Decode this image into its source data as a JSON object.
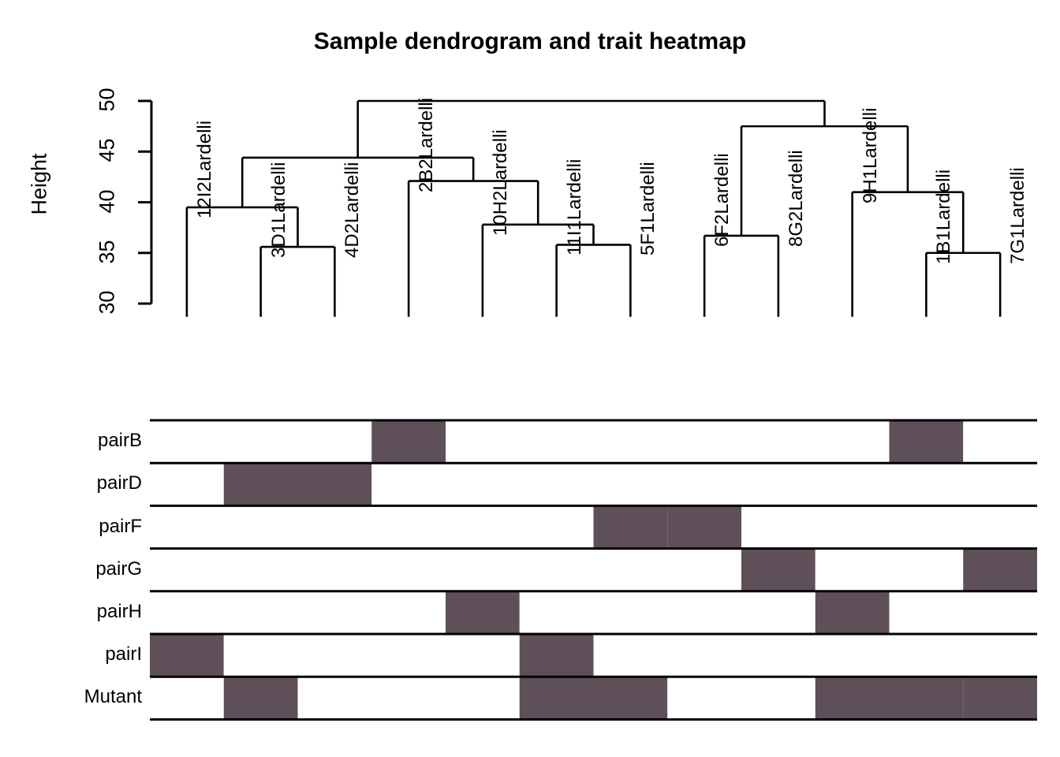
{
  "title": "Sample dendrogram and trait heatmap",
  "axis": {
    "ylabel": "Height",
    "ticks": [
      "50",
      "45",
      "40",
      "35",
      "30"
    ],
    "tick_values": [
      50,
      45,
      40,
      35,
      30
    ],
    "ylim": [
      28.7,
      51.0
    ]
  },
  "chart_data": {
    "type": "dendrogram-heatmap",
    "title": "Sample dendrogram and trait heatmap",
    "ylabel": "Height",
    "xlabel": "",
    "ylim": [
      28.7,
      51.0
    ],
    "yticks": [
      30,
      35,
      40,
      45,
      50
    ],
    "grid": false,
    "legend": "none",
    "leaf_order": [
      "12I2Lardelli",
      "3D1Lardelli",
      "4D2Lardelli",
      "2B2Lardelli",
      "10H2Lardelli",
      "11I1Lardelli",
      "5F1Lardelli",
      "6F2Lardelli",
      "8G2Lardelli",
      "9H1Lardelli",
      "1B1Lardelli",
      "7G1Lardelli"
    ],
    "merges": [
      {
        "id": "m1",
        "left": "3D1Lardelli",
        "right": "4D2Lardelli",
        "height": 35.6
      },
      {
        "id": "m2",
        "left": "12I2Lardelli",
        "right": "m1",
        "height": 39.5
      },
      {
        "id": "m3",
        "left": "11I1Lardelli",
        "right": "5F1Lardelli",
        "height": 35.8
      },
      {
        "id": "m4",
        "left": "10H2Lardelli",
        "right": "m3",
        "height": 37.8
      },
      {
        "id": "m5",
        "left": "2B2Lardelli",
        "right": "m4",
        "height": 42.1
      },
      {
        "id": "m6",
        "left": "m2",
        "right": "m5",
        "height": 44.4
      },
      {
        "id": "m7",
        "left": "6F2Lardelli",
        "right": "8G2Lardelli",
        "height": 36.7
      },
      {
        "id": "m8",
        "left": "1B1Lardelli",
        "right": "7G1Lardelli",
        "height": 35.0
      },
      {
        "id": "m9",
        "left": "9H1Lardelli",
        "right": "m8",
        "height": 41.0
      },
      {
        "id": "m10",
        "left": "m7",
        "right": "m9",
        "height": 47.5
      },
      {
        "id": "m11",
        "left": "m6",
        "right": "m10",
        "height": 50.0
      }
    ],
    "heatmap": {
      "row_labels": [
        "pairB",
        "pairD",
        "pairF",
        "pairG",
        "pairH",
        "pairI",
        "Mutant"
      ],
      "col_labels": [
        "12I2Lardelli",
        "3D1Lardelli",
        "4D2Lardelli",
        "2B2Lardelli",
        "10H2Lardelli",
        "11I1Lardelli",
        "5F1Lardelli",
        "6F2Lardelli",
        "8G2Lardelli",
        "9H1Lardelli",
        "1B1Lardelli",
        "7G1Lardelli"
      ],
      "values": [
        [
          0,
          0,
          0,
          1,
          0,
          0,
          0,
          0,
          0,
          0,
          1,
          0
        ],
        [
          0,
          1,
          1,
          0,
          0,
          0,
          0,
          0,
          0,
          0,
          0,
          0
        ],
        [
          0,
          0,
          0,
          0,
          0,
          0,
          1,
          1,
          0,
          0,
          0,
          0
        ],
        [
          0,
          0,
          0,
          0,
          0,
          0,
          0,
          0,
          1,
          0,
          0,
          1
        ],
        [
          0,
          0,
          0,
          0,
          1,
          0,
          0,
          0,
          0,
          1,
          0,
          0
        ],
        [
          1,
          0,
          0,
          0,
          0,
          1,
          0,
          0,
          0,
          0,
          0,
          0
        ],
        [
          0,
          1,
          0,
          0,
          0,
          1,
          1,
          0,
          0,
          1,
          1,
          1
        ]
      ],
      "colors": {
        "zero": "#ffffff",
        "one": "#5E4F58",
        "border": "#000000"
      }
    }
  },
  "colors": {
    "line": "#000000",
    "background": "#ffffff",
    "cell_on": "#5E4F58",
    "cell_off": "#ffffff"
  }
}
